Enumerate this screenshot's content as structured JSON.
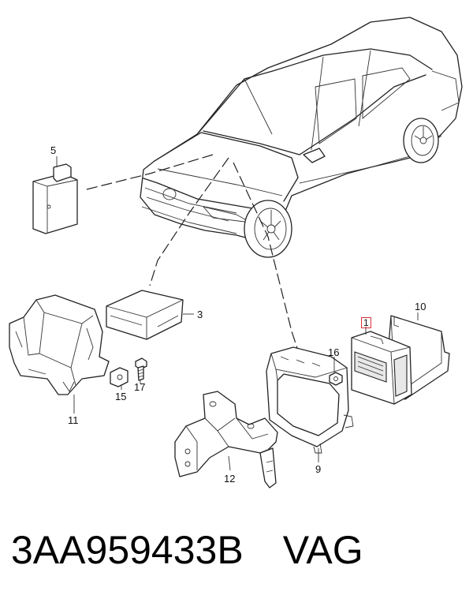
{
  "diagram": {
    "callouts": [
      {
        "id": "5",
        "label": "5"
      },
      {
        "id": "3",
        "label": "3"
      },
      {
        "id": "1",
        "label": "1",
        "highlight_color": "#e0303a"
      },
      {
        "id": "10",
        "label": "10"
      },
      {
        "id": "16",
        "label": "16"
      },
      {
        "id": "15",
        "label": "15"
      },
      {
        "id": "17",
        "label": "17"
      },
      {
        "id": "11",
        "label": "11"
      },
      {
        "id": "12",
        "label": "12"
      },
      {
        "id": "9",
        "label": "9"
      }
    ]
  },
  "caption": {
    "part_number": "3AA959433B",
    "brand": "VAG"
  }
}
